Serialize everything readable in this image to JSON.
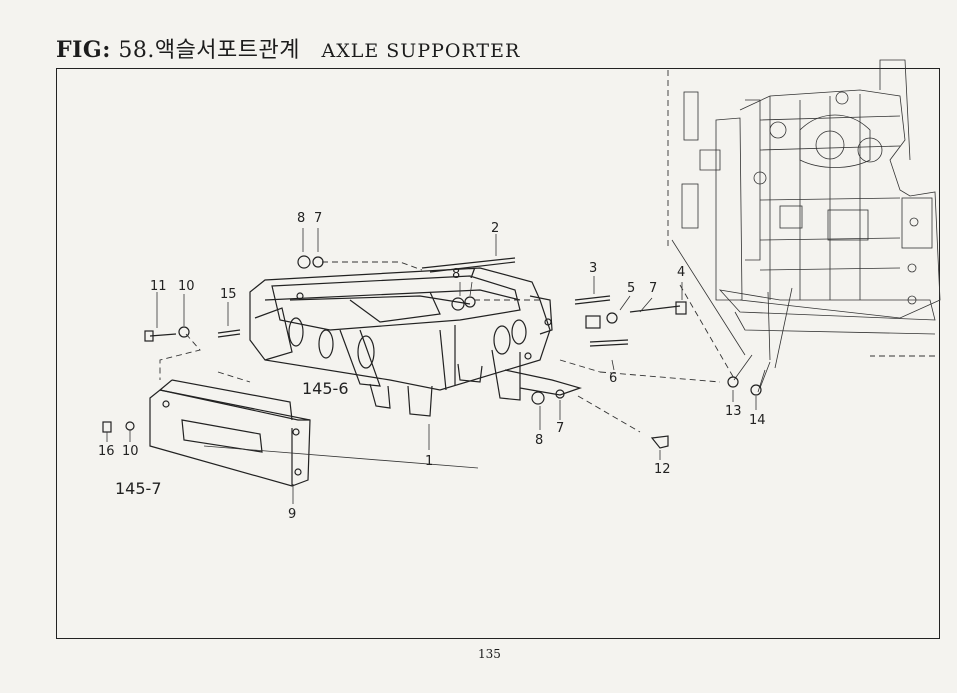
{
  "header": {
    "fig_prefix": "FIG:",
    "fig_number": "58.",
    "title_korean": "액슬서포트관계",
    "title_english": "AXLE SUPPORTER"
  },
  "callouts": [
    {
      "id": "c1",
      "text": "1"
    },
    {
      "id": "c2",
      "text": "2"
    },
    {
      "id": "c3",
      "text": "3"
    },
    {
      "id": "c4",
      "text": "4"
    },
    {
      "id": "c5",
      "text": "5"
    },
    {
      "id": "c6",
      "text": "6"
    },
    {
      "id": "c7a",
      "text": "7"
    },
    {
      "id": "c7b",
      "text": "7"
    },
    {
      "id": "c7c",
      "text": "7"
    },
    {
      "id": "c7d",
      "text": "7"
    },
    {
      "id": "c8a",
      "text": "8"
    },
    {
      "id": "c8b",
      "text": "8"
    },
    {
      "id": "c8c",
      "text": "8"
    },
    {
      "id": "c9",
      "text": "9"
    },
    {
      "id": "c10a",
      "text": "10"
    },
    {
      "id": "c10b",
      "text": "10"
    },
    {
      "id": "c11",
      "text": "11"
    },
    {
      "id": "c12",
      "text": "12"
    },
    {
      "id": "c13",
      "text": "13"
    },
    {
      "id": "c14",
      "text": "14"
    },
    {
      "id": "c15",
      "text": "15"
    },
    {
      "id": "c16",
      "text": "16"
    },
    {
      "id": "c1456",
      "text": "145-6"
    },
    {
      "id": "c1457",
      "text": "145-7"
    }
  ],
  "footer": {
    "page_number": "135"
  }
}
